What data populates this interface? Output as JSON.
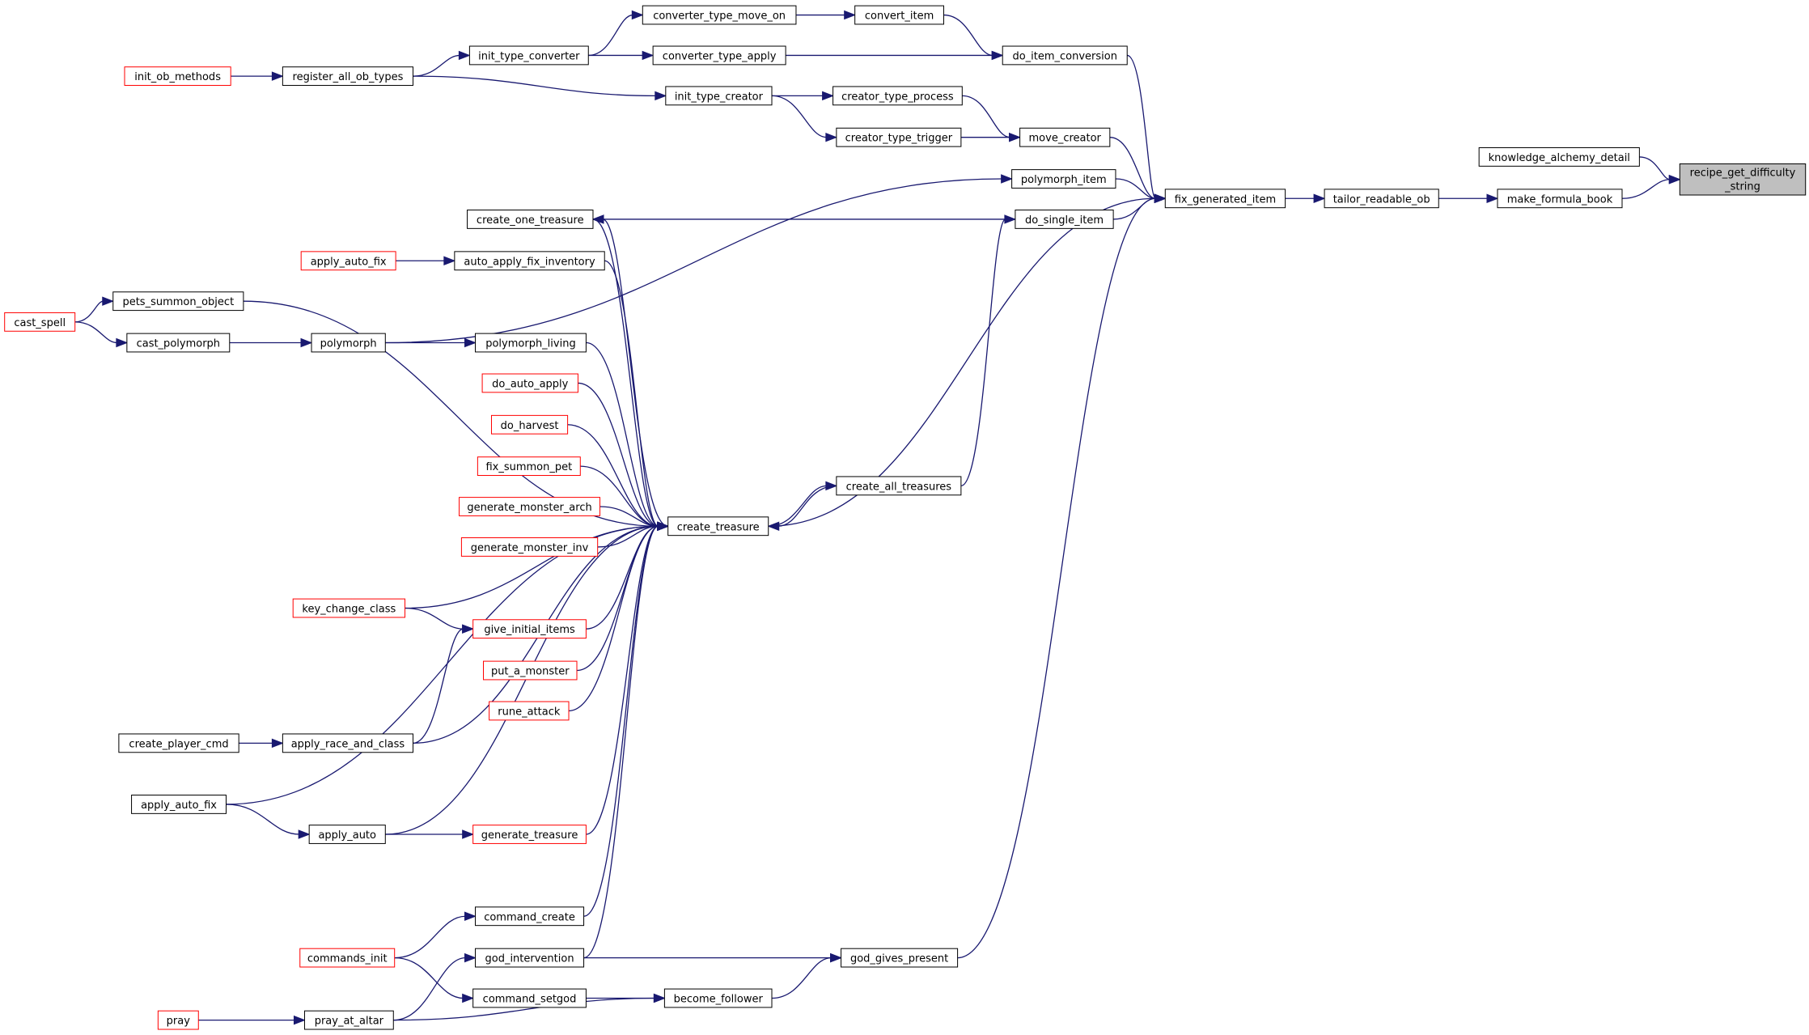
{
  "colors": {
    "edge": "#191970",
    "node_border": "#000000",
    "external_border": "#ff0000",
    "focus_fill": "#bfbfbf"
  },
  "nodes": [
    {
      "id": "focus",
      "label": "recipe_get_difficulty",
      "label2": "_string",
      "kind": "focus"
    },
    {
      "id": "knowledge_alchemy_detail",
      "label": "knowledge_alchemy_detail",
      "kind": "normal"
    },
    {
      "id": "make_formula_book",
      "label": "make_formula_book",
      "kind": "normal"
    },
    {
      "id": "tailor_readable_ob",
      "label": "tailor_readable_ob",
      "kind": "normal"
    },
    {
      "id": "fix_generated_item",
      "label": "fix_generated_item",
      "kind": "normal"
    },
    {
      "id": "do_item_conversion",
      "label": "do_item_conversion",
      "kind": "normal"
    },
    {
      "id": "convert_item",
      "label": "convert_item",
      "kind": "normal"
    },
    {
      "id": "converter_type_move_on",
      "label": "converter_type_move_on",
      "kind": "normal"
    },
    {
      "id": "converter_type_apply",
      "label": "converter_type_apply",
      "kind": "normal"
    },
    {
      "id": "init_type_converter",
      "label": "init_type_converter",
      "kind": "normal"
    },
    {
      "id": "register_all_ob_types",
      "label": "register_all_ob_types",
      "kind": "normal"
    },
    {
      "id": "init_ob_methods",
      "label": "init_ob_methods",
      "kind": "ext"
    },
    {
      "id": "init_type_creator",
      "label": "init_type_creator",
      "kind": "normal"
    },
    {
      "id": "creator_type_process",
      "label": "creator_type_process",
      "kind": "normal"
    },
    {
      "id": "creator_type_trigger",
      "label": "creator_type_trigger",
      "kind": "normal"
    },
    {
      "id": "move_creator",
      "label": "move_creator",
      "kind": "normal"
    },
    {
      "id": "polymorph_item",
      "label": "polymorph_item",
      "kind": "normal"
    },
    {
      "id": "do_single_item",
      "label": "do_single_item",
      "kind": "normal"
    },
    {
      "id": "create_one_treasure",
      "label": "create_one_treasure",
      "kind": "normal"
    },
    {
      "id": "apply_auto_fix_red",
      "label": "apply_auto_fix",
      "kind": "ext"
    },
    {
      "id": "auto_apply_fix_inventory",
      "label": "auto_apply_fix_inventory",
      "kind": "normal"
    },
    {
      "id": "pets_summon_object",
      "label": "pets_summon_object",
      "kind": "normal"
    },
    {
      "id": "cast_spell",
      "label": "cast_spell",
      "kind": "ext"
    },
    {
      "id": "cast_polymorph",
      "label": "cast_polymorph",
      "kind": "normal"
    },
    {
      "id": "polymorph",
      "label": "polymorph",
      "kind": "normal"
    },
    {
      "id": "polymorph_living",
      "label": "polymorph_living",
      "kind": "normal"
    },
    {
      "id": "do_auto_apply",
      "label": "do_auto_apply",
      "kind": "ext"
    },
    {
      "id": "do_harvest",
      "label": "do_harvest",
      "kind": "ext"
    },
    {
      "id": "fix_summon_pet",
      "label": "fix_summon_pet",
      "kind": "ext"
    },
    {
      "id": "generate_monster_arch",
      "label": "generate_monster_arch",
      "kind": "ext"
    },
    {
      "id": "generate_monster_inv",
      "label": "generate_monster_inv",
      "kind": "ext"
    },
    {
      "id": "create_all_treasures",
      "label": "create_all_treasures",
      "kind": "normal"
    },
    {
      "id": "create_treasure",
      "label": "create_treasure",
      "kind": "normal"
    },
    {
      "id": "key_change_class",
      "label": "key_change_class",
      "kind": "ext"
    },
    {
      "id": "give_initial_items",
      "label": "give_initial_items",
      "kind": "ext"
    },
    {
      "id": "put_a_monster",
      "label": "put_a_monster",
      "kind": "ext"
    },
    {
      "id": "rune_attack",
      "label": "rune_attack",
      "kind": "ext"
    },
    {
      "id": "create_player_cmd",
      "label": "create_player_cmd",
      "kind": "normal"
    },
    {
      "id": "apply_race_and_class",
      "label": "apply_race_and_class",
      "kind": "normal"
    },
    {
      "id": "apply_auto_fix",
      "label": "apply_auto_fix",
      "kind": "normal"
    },
    {
      "id": "apply_auto",
      "label": "apply_auto",
      "kind": "normal"
    },
    {
      "id": "generate_treasure",
      "label": "generate_treasure",
      "kind": "ext"
    },
    {
      "id": "command_create",
      "label": "command_create",
      "kind": "normal"
    },
    {
      "id": "commands_init",
      "label": "commands_init",
      "kind": "ext"
    },
    {
      "id": "god_intervention",
      "label": "god_intervention",
      "kind": "normal"
    },
    {
      "id": "god_gives_present",
      "label": "god_gives_present",
      "kind": "normal"
    },
    {
      "id": "command_setgod",
      "label": "command_setgod",
      "kind": "normal"
    },
    {
      "id": "become_follower",
      "label": "become_follower",
      "kind": "normal"
    },
    {
      "id": "pray",
      "label": "pray",
      "kind": "ext"
    },
    {
      "id": "pray_at_altar",
      "label": "pray_at_altar",
      "kind": "normal"
    }
  ],
  "edges": [
    [
      "knowledge_alchemy_detail",
      "focus"
    ],
    [
      "make_formula_book",
      "focus"
    ],
    [
      "tailor_readable_ob",
      "make_formula_book"
    ],
    [
      "fix_generated_item",
      "tailor_readable_ob"
    ],
    [
      "do_item_conversion",
      "fix_generated_item"
    ],
    [
      "move_creator",
      "fix_generated_item"
    ],
    [
      "polymorph_item",
      "fix_generated_item"
    ],
    [
      "do_single_item",
      "fix_generated_item"
    ],
    [
      "create_treasure",
      "fix_generated_item"
    ],
    [
      "god_gives_present",
      "fix_generated_item"
    ],
    [
      "convert_item",
      "do_item_conversion"
    ],
    [
      "converter_type_apply",
      "do_item_conversion"
    ],
    [
      "converter_type_move_on",
      "convert_item"
    ],
    [
      "init_type_converter",
      "converter_type_move_on"
    ],
    [
      "init_type_converter",
      "converter_type_apply"
    ],
    [
      "register_all_ob_types",
      "init_type_converter"
    ],
    [
      "register_all_ob_types",
      "init_type_creator"
    ],
    [
      "init_ob_methods",
      "register_all_ob_types"
    ],
    [
      "init_type_creator",
      "creator_type_process"
    ],
    [
      "init_type_creator",
      "creator_type_trigger"
    ],
    [
      "creator_type_process",
      "move_creator"
    ],
    [
      "creator_type_trigger",
      "move_creator"
    ],
    [
      "polymorph",
      "polymorph_item"
    ],
    [
      "create_all_treasures",
      "do_single_item"
    ],
    [
      "do_single_item",
      "create_one_treasure"
    ],
    [
      "create_treasure",
      "create_one_treasure"
    ],
    [
      "create_one_treasure",
      "create_treasure"
    ],
    [
      "apply_auto_fix_red",
      "auto_apply_fix_inventory"
    ],
    [
      "auto_apply_fix_inventory",
      "create_treasure"
    ],
    [
      "cast_spell",
      "pets_summon_object"
    ],
    [
      "cast_spell",
      "cast_polymorph"
    ],
    [
      "pets_summon_object",
      "create_treasure"
    ],
    [
      "cast_polymorph",
      "polymorph"
    ],
    [
      "polymorph",
      "polymorph_living"
    ],
    [
      "polymorph_living",
      "create_treasure"
    ],
    [
      "do_auto_apply",
      "create_treasure"
    ],
    [
      "do_harvest",
      "create_treasure"
    ],
    [
      "fix_summon_pet",
      "create_treasure"
    ],
    [
      "generate_monster_arch",
      "create_treasure"
    ],
    [
      "generate_monster_inv",
      "create_treasure"
    ],
    [
      "create_treasure",
      "create_all_treasures"
    ],
    [
      "create_all_treasures",
      "create_treasure"
    ],
    [
      "key_change_class",
      "create_treasure"
    ],
    [
      "key_change_class",
      "give_initial_items"
    ],
    [
      "give_initial_items",
      "create_treasure"
    ],
    [
      "put_a_monster",
      "create_treasure"
    ],
    [
      "rune_attack",
      "create_treasure"
    ],
    [
      "apply_race_and_class",
      "give_initial_items"
    ],
    [
      "apply_race_and_class",
      "create_treasure"
    ],
    [
      "create_player_cmd",
      "apply_race_and_class"
    ],
    [
      "apply_auto_fix",
      "create_treasure"
    ],
    [
      "apply_auto_fix",
      "apply_auto"
    ],
    [
      "apply_auto",
      "generate_treasure"
    ],
    [
      "apply_auto",
      "create_treasure"
    ],
    [
      "generate_treasure",
      "create_treasure"
    ],
    [
      "command_create",
      "create_treasure"
    ],
    [
      "commands_init",
      "command_create"
    ],
    [
      "commands_init",
      "command_setgod"
    ],
    [
      "god_intervention",
      "create_treasure"
    ],
    [
      "god_intervention",
      "god_gives_present"
    ],
    [
      "command_setgod",
      "become_follower"
    ],
    [
      "become_follower",
      "god_gives_present"
    ],
    [
      "pray",
      "pray_at_altar"
    ],
    [
      "pray_at_altar",
      "god_intervention"
    ],
    [
      "pray_at_altar",
      "become_follower"
    ]
  ]
}
